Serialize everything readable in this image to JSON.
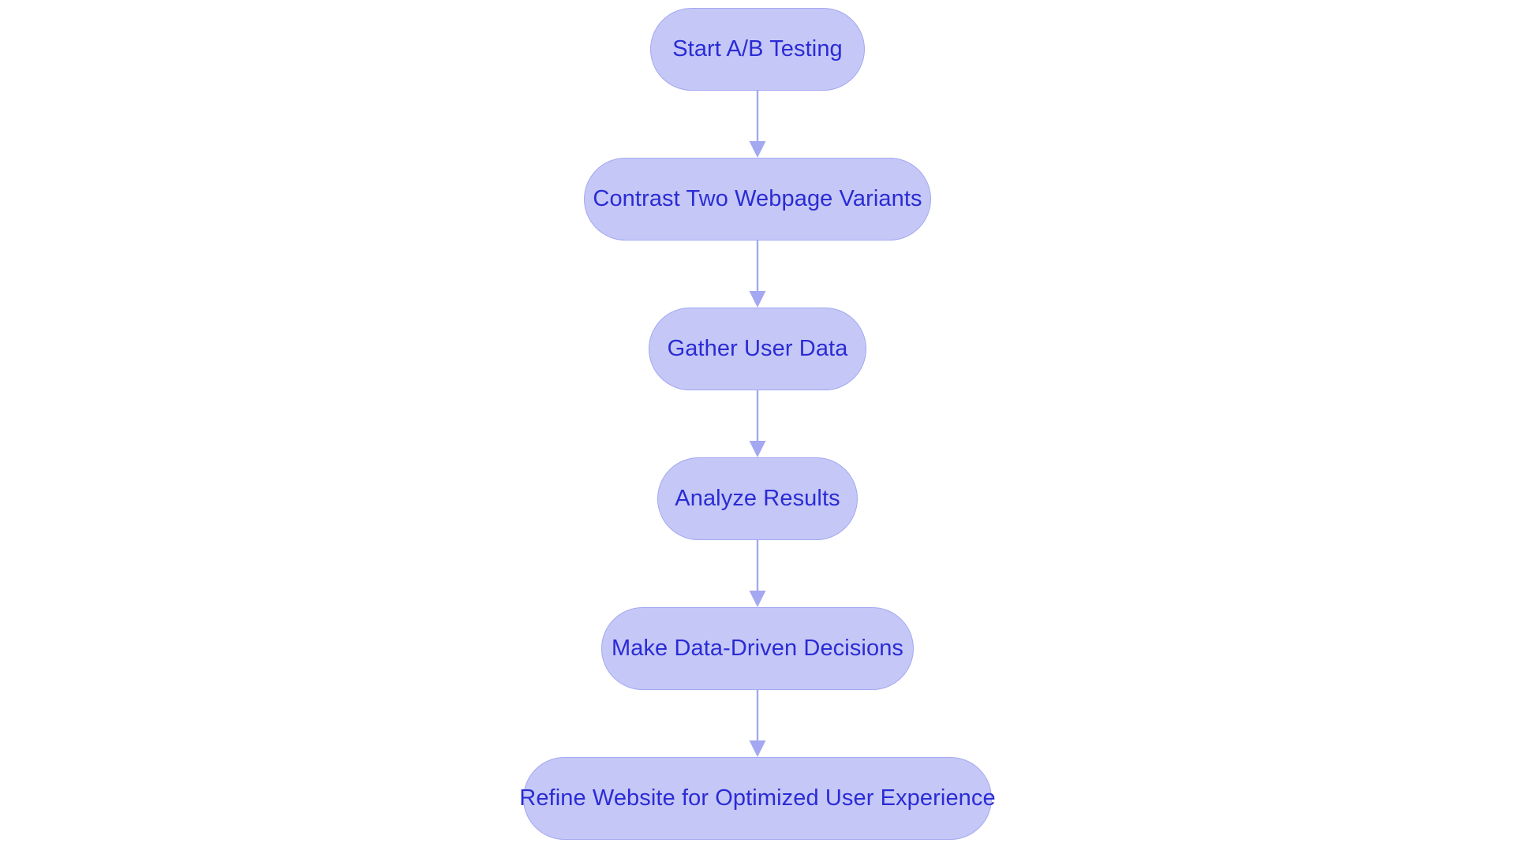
{
  "diagram": {
    "type": "flowchart",
    "orientation": "vertical-top-to-bottom",
    "background_color": "#ffffff",
    "node_fill_color": "#c5c8f7",
    "node_border_color": "#a3a8f0",
    "node_text_color": "#2b2bd4",
    "connector_color": "#a3a8f0",
    "node_shape": "pill",
    "nodes": [
      {
        "id": "n1",
        "label": "Start A/B Testing"
      },
      {
        "id": "n2",
        "label": "Contrast Two Webpage Variants"
      },
      {
        "id": "n3",
        "label": "Gather User Data"
      },
      {
        "id": "n4",
        "label": "Analyze Results"
      },
      {
        "id": "n5",
        "label": "Make Data-Driven Decisions"
      },
      {
        "id": "n6",
        "label": "Refine Website for Optimized User Experience"
      }
    ],
    "edges": [
      {
        "from": "n1",
        "to": "n2",
        "arrow": "down"
      },
      {
        "from": "n2",
        "to": "n3",
        "arrow": "down"
      },
      {
        "from": "n3",
        "to": "n4",
        "arrow": "down"
      },
      {
        "from": "n4",
        "to": "n5",
        "arrow": "down"
      },
      {
        "from": "n5",
        "to": "n6",
        "arrow": "down"
      }
    ]
  }
}
